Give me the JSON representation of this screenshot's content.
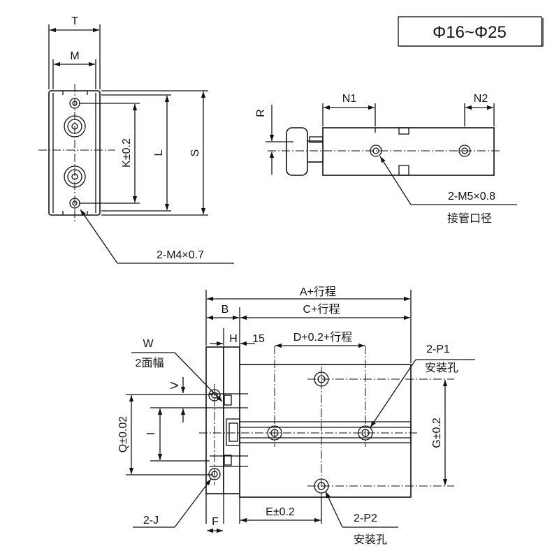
{
  "series_box": {
    "label": "Φ16~Φ25"
  },
  "end_view": {
    "dims": {
      "t": "T",
      "m": "M",
      "k": "K±0.2",
      "l": "L",
      "s": "S"
    },
    "callouts": {
      "thread": "2-M4×0.7"
    }
  },
  "side_view": {
    "dims": {
      "n1": "N1",
      "n2": "N2",
      "r": "R"
    },
    "callouts": {
      "port_thread": "2-M5×0.8",
      "port_desc": "接管口径"
    }
  },
  "top_view": {
    "dims": {
      "a": "A+行程",
      "b": "B",
      "c": "C+行程",
      "h": "H",
      "fifteen": "15",
      "d": "D+0.2+行程",
      "w": "W",
      "w_desc": "2面幅",
      "v": "V",
      "q": "Q±0.02",
      "i": "I",
      "g": "G±0.2",
      "e": "E±0.2",
      "f": "F"
    },
    "callouts": {
      "p1": "2-P1",
      "p1_desc": "安装孔",
      "p2": "2-P2",
      "p2_desc": "安装孔",
      "j": "2-J"
    }
  }
}
